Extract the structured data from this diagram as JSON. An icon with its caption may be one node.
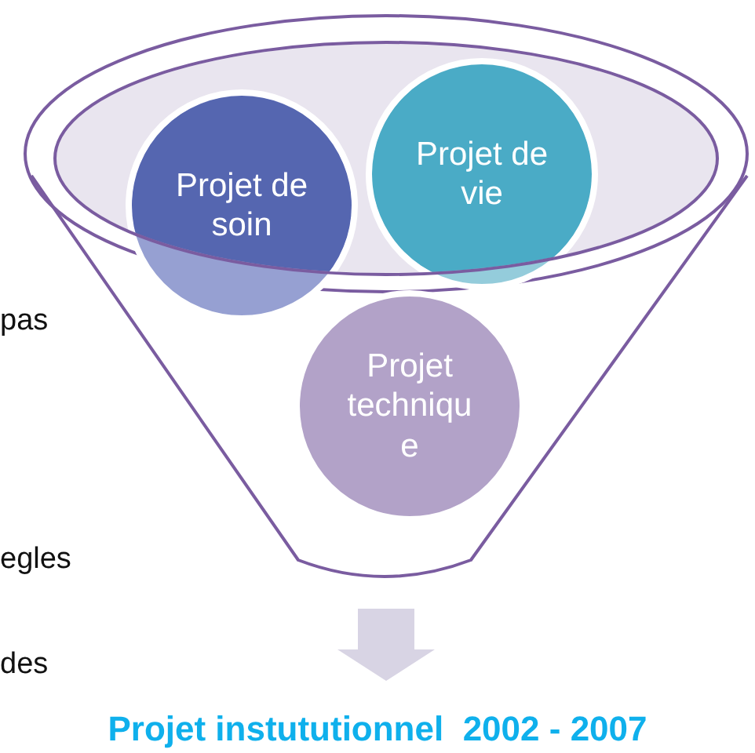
{
  "diagram": {
    "title": "Projet instututionnel  2002 - 2007",
    "nodes": [
      {
        "text": [
          "Projet de soin"
        ]
      },
      {
        "text": [
          "Projet de vie"
        ]
      },
      {
        "text": [
          "Projet technique"
        ]
      }
    ],
    "labels": [
      "pas",
      "egles",
      "des"
    ]
  }
}
